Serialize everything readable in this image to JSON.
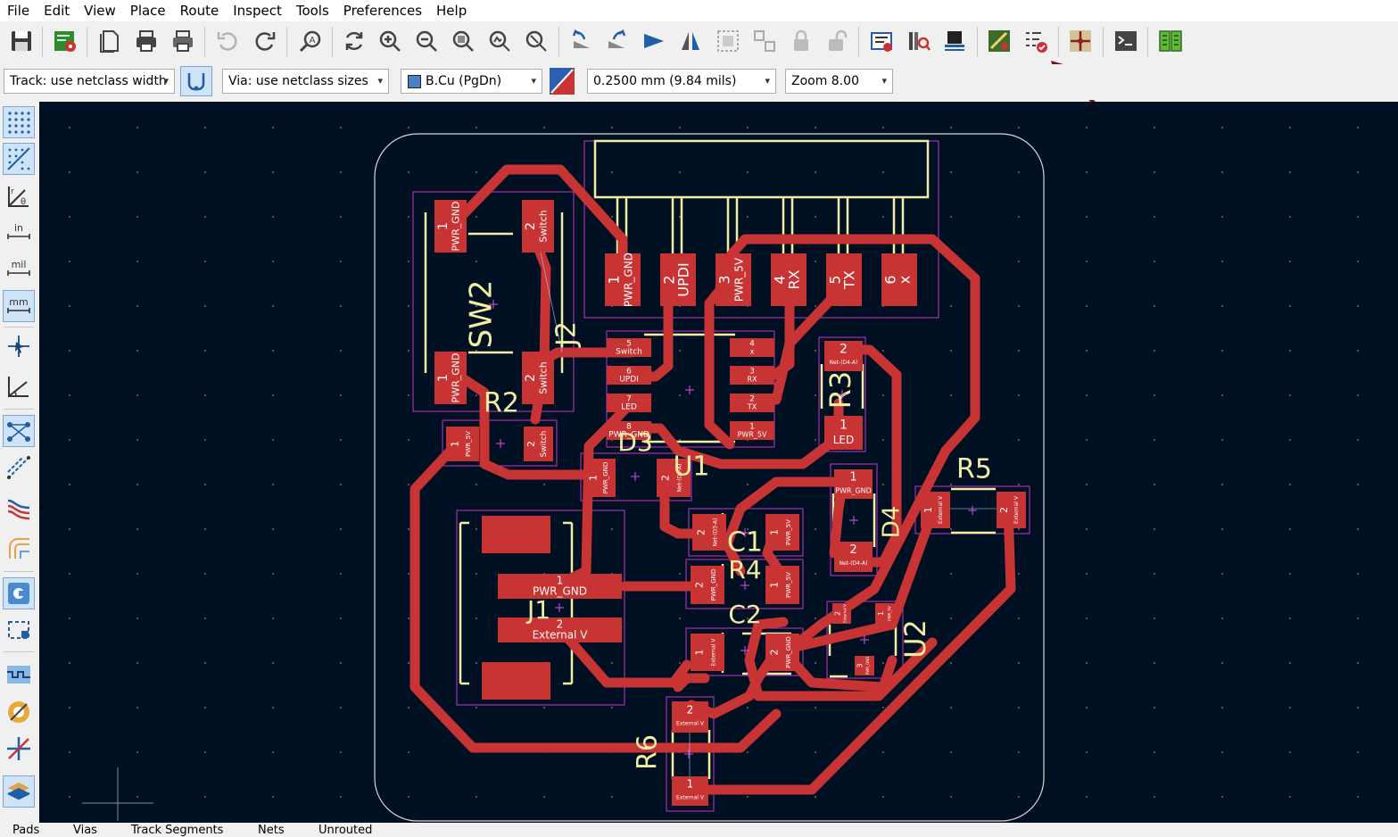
{
  "menu": [
    "File",
    "Edit",
    "View",
    "Place",
    "Route",
    "Inspect",
    "Tools",
    "Preferences",
    "Help"
  ],
  "toolbar2": {
    "track": "Track: use netclass width",
    "via": "Via: use netclass sizes",
    "layer": "B.Cu (PgDn)",
    "grid": "0.2500 mm (9.84 mils)",
    "zoom": "Zoom 8.00"
  },
  "left_toolbar": {
    "inch_label": "in",
    "mil_label": "mil",
    "mm_label": "mm"
  },
  "status_tabs": [
    "Pads",
    "Vias",
    "Track Segments",
    "Nets",
    "Unrouted"
  ],
  "colors": {
    "canvas": "#001023",
    "track": "#c83434",
    "silk": "#f2eda1",
    "courtyard": "#c832c8",
    "annotation_arrow": "#7a1414"
  },
  "board": {
    "refs": {
      "sw2": "SW2",
      "j2": "J2",
      "r2": "R2",
      "d3": "D3",
      "u1": "U1",
      "r3": "R3",
      "r5": "R5",
      "c1": "C1",
      "r4": "R4",
      "c2": "C2",
      "j1": "J1",
      "d4": "D4",
      "u2": "U2",
      "r6": "R6"
    },
    "pads": {
      "sw2_1a": {
        "num": "1",
        "net": "PWR_GND"
      },
      "sw2_2a": {
        "num": "2",
        "net": "Switch"
      },
      "sw2_1b": {
        "num": "1",
        "net": "PWR_GND"
      },
      "sw2_2b": {
        "num": "2",
        "net": "Switch"
      },
      "j2_1": {
        "num": "1",
        "net": "PWR_GND"
      },
      "j2_2": {
        "num": "2",
        "net": "UPDI"
      },
      "j2_3": {
        "num": "3",
        "net": "PWR_5V"
      },
      "j2_4": {
        "num": "4",
        "net": "RX"
      },
      "j2_5": {
        "num": "5",
        "net": "TX"
      },
      "j2_6": {
        "num": "6",
        "net": "x"
      },
      "u1_5": {
        "num": "5",
        "net": "Switch"
      },
      "u1_6": {
        "num": "6",
        "net": "UPDI"
      },
      "u1_7": {
        "num": "7",
        "net": "LED"
      },
      "u1_8": {
        "num": "8",
        "net": "PWR_GND"
      },
      "u1_4": {
        "num": "4",
        "net": "x"
      },
      "u1_3": {
        "num": "3",
        "net": "RX"
      },
      "u1_2": {
        "num": "2",
        "net": "TX"
      },
      "u1_1": {
        "num": "1",
        "net": "PWR_5V"
      },
      "r2_1": {
        "num": "1",
        "net": "PWR_5V"
      },
      "r2_2": {
        "num": "2",
        "net": "Switch"
      },
      "r3_2": {
        "num": "2",
        "net": "Net-(D4-A)"
      },
      "r3_1": {
        "num": "1",
        "net": "LED"
      },
      "d3_1": {
        "num": "1",
        "net": "PWR_GND"
      },
      "d3_2": {
        "num": "2",
        "net": "Net-(D3-A)"
      },
      "d4_1": {
        "num": "1",
        "net": "PWR_GND"
      },
      "d4_2": {
        "num": "2",
        "net": "Net-(D4-A)"
      },
      "r5_1": {
        "num": "1",
        "net": "External V"
      },
      "r5_2": {
        "num": "2",
        "net": "External V"
      },
      "c1_2": {
        "num": "2",
        "net": "Net-(D3-A)"
      },
      "c1_1": {
        "num": "1",
        "net": "PWR_5V"
      },
      "r4_2": {
        "num": "2",
        "net": "PWR_GND"
      },
      "r4_1": {
        "num": "1",
        "net": "PWR_5V"
      },
      "c2_1": {
        "num": "1",
        "net": "External V"
      },
      "c2_2": {
        "num": "2",
        "net": "PWR_GND"
      },
      "j1_1": {
        "num": "1",
        "net": "PWR_GND"
      },
      "j1_2": {
        "num": "2",
        "net": "External V"
      },
      "u2_2": {
        "num": "2",
        "net": "External V"
      },
      "u2_1": {
        "num": "1",
        "net": "PWR_5V"
      },
      "u2_3": {
        "num": "3",
        "net": "PWR_GND"
      },
      "r6_2": {
        "num": "2",
        "net": "External V"
      },
      "r6_1": {
        "num": "1",
        "net": "External V"
      }
    }
  }
}
